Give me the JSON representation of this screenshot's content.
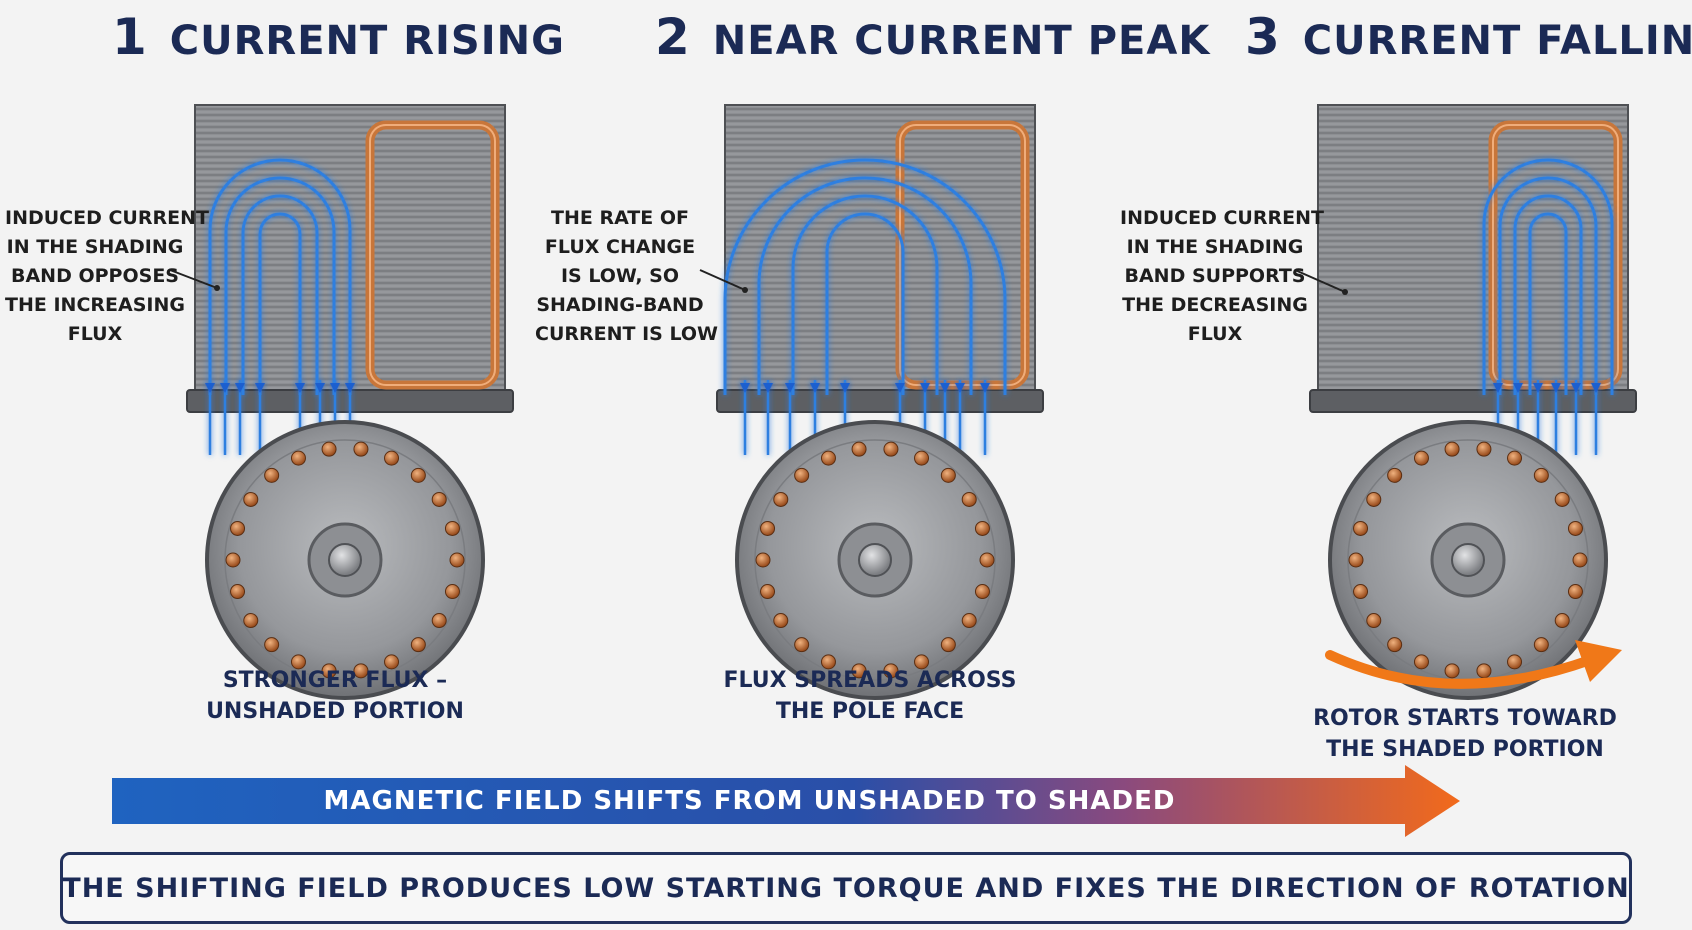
{
  "panels": [
    {
      "number": "1",
      "title": "CURRENT RISING",
      "note": [
        "INDUCED CURRENT",
        "IN THE SHADING",
        "BAND OPPOSES",
        "THE INCREASING",
        "FLUX"
      ],
      "caption": [
        "STRONGER FLUX –",
        "UNSHADED PORTION"
      ]
    },
    {
      "number": "2",
      "title": "NEAR CURRENT PEAK",
      "note": [
        "THE RATE OF",
        "FLUX CHANGE",
        "IS LOW, SO",
        "SHADING-BAND",
        "CURRENT IS LOW"
      ],
      "caption": [
        "FLUX SPREADS ACROSS",
        "THE POLE FACE"
      ]
    },
    {
      "number": "3",
      "title": "CURRENT FALLING",
      "note": [
        "INDUCED CURRENT",
        "IN THE SHADING",
        "BAND SUPPORTS",
        "THE DECREASING",
        "FLUX"
      ],
      "caption": [
        "ROTOR STARTS TOWARD",
        "THE SHADED PORTION"
      ]
    }
  ],
  "field_arrow": {
    "label": "MAGNETIC FIELD SHIFTS FROM UNSHADED TO SHADED"
  },
  "conclusion": "THE SHIFTING FIELD PRODUCES LOW STARTING TORQUE AND FIXES THE DIRECTION OF ROTATION",
  "colors": {
    "title": "#1b2a55",
    "flux": "#2f7fe0",
    "copper": "#c8763a",
    "rotation_arrow": "#f07818",
    "field_start": "#1f63c0",
    "field_end": "#f26a1b"
  },
  "icons": {
    "flux": "flux-lines-icon",
    "shading_band": "copper-shading-coil-icon",
    "rotor": "squirrel-cage-rotor-icon",
    "rotation": "curved-rotation-arrow-icon"
  }
}
